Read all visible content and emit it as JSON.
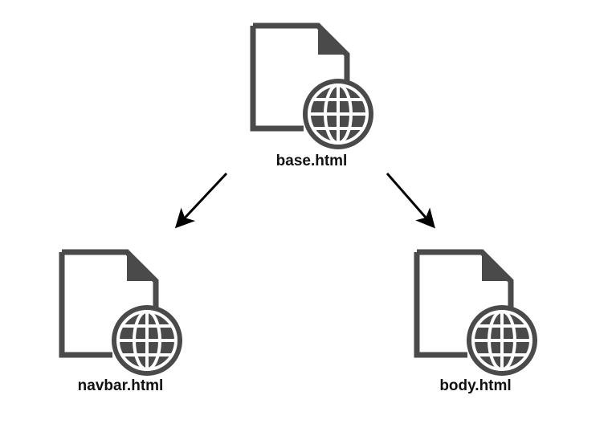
{
  "colors": {
    "icon": "#4a4a4a",
    "arrow": "#000000",
    "label": "#111111"
  },
  "nodes": {
    "base": {
      "label": "base.html",
      "icon": "html-file-globe-icon"
    },
    "navbar": {
      "label": "navbar.html",
      "icon": "html-file-globe-icon"
    },
    "body": {
      "label": "body.html",
      "icon": "html-file-globe-icon"
    }
  },
  "edges": [
    {
      "from": "base.html",
      "to": "navbar.html"
    },
    {
      "from": "base.html",
      "to": "body.html"
    }
  ]
}
